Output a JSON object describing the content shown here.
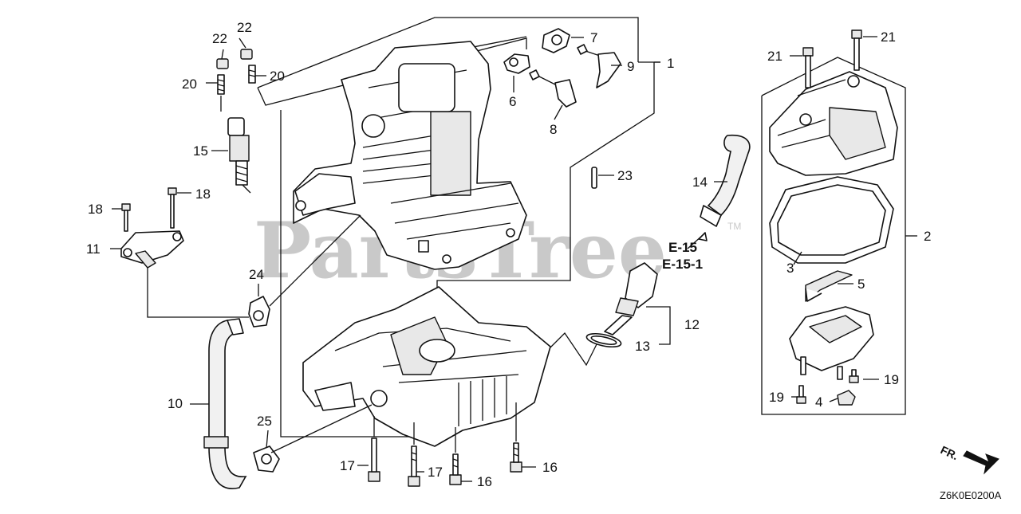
{
  "watermark": "PartsTree",
  "trademark": "TM",
  "diagram_code": "Z6K0E0200A",
  "front_marker": "FR.",
  "references": [
    "E-15",
    "E-15-1"
  ],
  "callouts": {
    "c1": "1",
    "c2": "2",
    "c3": "3",
    "c4": "4",
    "c5": "5",
    "c6": "6",
    "c7": "7",
    "c8": "8",
    "c9": "9",
    "c10": "10",
    "c11": "11",
    "c12": "12",
    "c13": "13",
    "c14": "14",
    "c15": "15",
    "c16a": "16",
    "c16b": "16",
    "c17a": "17",
    "c17b": "17",
    "c18a": "18",
    "c18b": "18",
    "c19a": "19",
    "c19b": "19",
    "c20a": "20",
    "c20b": "20",
    "c21a": "21",
    "c21b": "21",
    "c22a": "22",
    "c22b": "22",
    "c23": "23",
    "c24": "24",
    "c25": "25"
  }
}
